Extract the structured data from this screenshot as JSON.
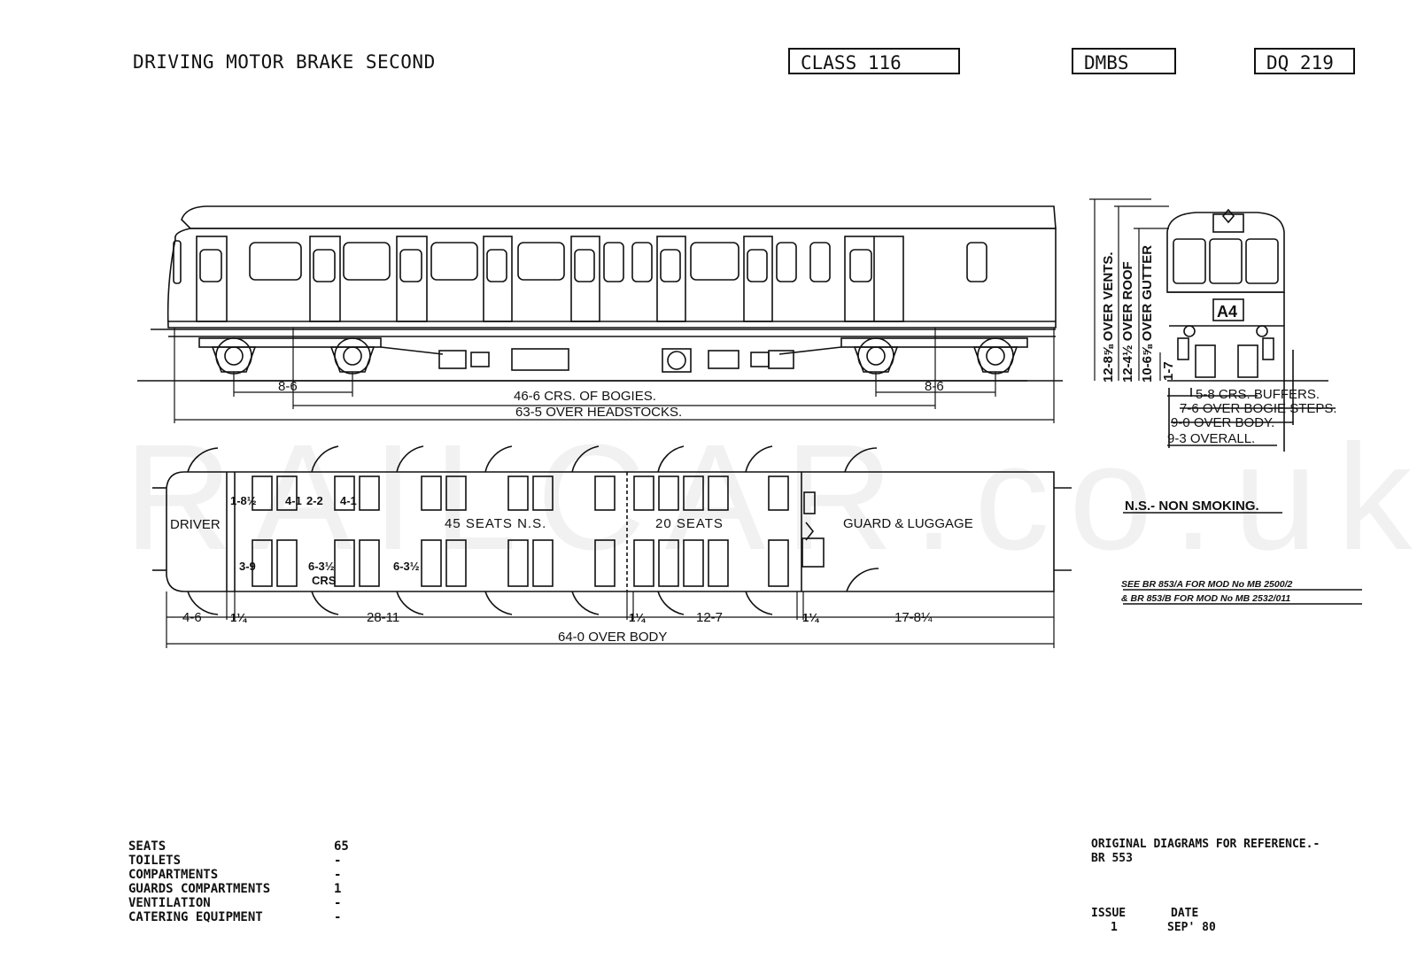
{
  "header": {
    "title": "DRIVING MOTOR BRAKE SECOND",
    "class_label": "CLASS 116",
    "type_code": "DMBS",
    "diagram_no": "DQ 219"
  },
  "watermark": "RAILCAR.co.uk",
  "side_elevation": {
    "bogie_wheelbase_left": "8-6",
    "bogie_wheelbase_right": "8-6",
    "bogie_centres": "46-6 CRS. OF BOGIES.",
    "over_headstocks": "63-5 OVER HEADSTOCKS."
  },
  "heights": {
    "over_vents": "12-8⅝ OVER VENTS.",
    "over_roof": "12-4½ OVER ROOF",
    "over_gutter": "10-6⅝ OVER GUTTER",
    "floor": "1-7"
  },
  "end_elevation": {
    "headcode": "A4",
    "buffers": "5-8 CRS. BUFFERS.",
    "bogie_steps": "7-6 OVER BOGIE STEPS.",
    "over_body": "9-0 OVER BODY.",
    "overall": "9-3 OVERALL."
  },
  "plan": {
    "driver": "DRIVER",
    "seats_ns": "45 SEATS N.S.",
    "seats_20": "20 SEATS",
    "guard": "GUARD & LUGGAGE",
    "d_1_8": "1-8½",
    "d_4_1a": "4-1",
    "d_2_2": "2-2",
    "d_4_1b": "4-1",
    "d_3_9": "3-9",
    "d_6_3a": "6-3½",
    "crs": "CRS",
    "d_6_3b": "6-3½",
    "d_4_6": "4-6",
    "d_1_1a": "1¼",
    "d_28_11": "28-11",
    "d_1_1b": "1¼",
    "d_12_7": "12-7",
    "d_1_1c": "1¼",
    "d_17_8": "17-8¼",
    "over_body": "64-0 OVER BODY"
  },
  "legend": {
    "ns": "N.S.- NON SMOKING.",
    "mod1": "SEE BR 853/A FOR MOD No MB 2500/2",
    "mod2": "& BR 853/B FOR MOD No MB 2532/011"
  },
  "stats": {
    "rows": [
      {
        "label": "SEATS",
        "value": "65"
      },
      {
        "label": "TOILETS",
        "value": "-"
      },
      {
        "label": "COMPARTMENTS",
        "value": "-"
      },
      {
        "label": "GUARDS COMPARTMENTS",
        "value": "1"
      },
      {
        "label": "VENTILATION",
        "value": "-"
      },
      {
        "label": "CATERING EQUIPMENT",
        "value": "-"
      }
    ]
  },
  "reference": {
    "line1": "ORIGINAL DIAGRAMS FOR REFERENCE.-",
    "line2": "BR 553",
    "issue_label": "ISSUE",
    "issue_value": "1",
    "date_label": "DATE",
    "date_value": "SEP' 80"
  }
}
